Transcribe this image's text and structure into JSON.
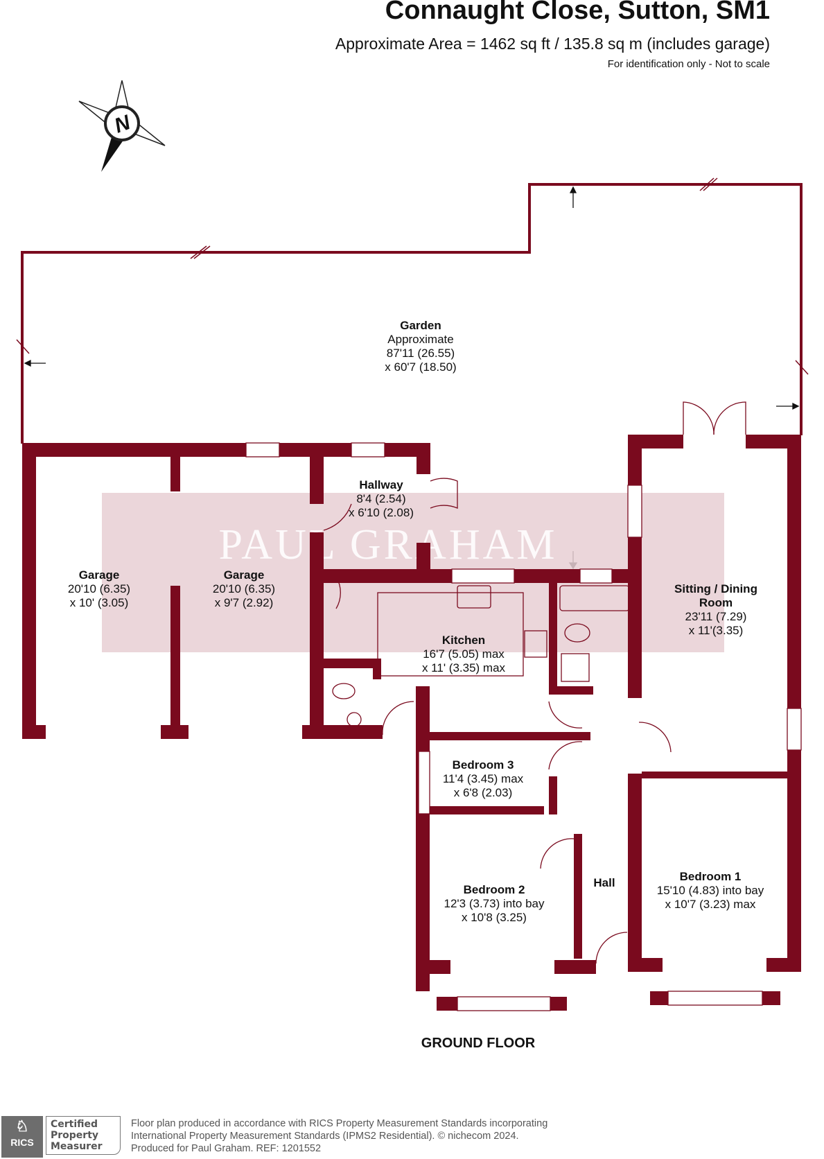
{
  "header": {
    "title": "Connaught Close, Sutton, SM1",
    "area": "Approximate Area = 1462 sq ft / 135.8 sq m (includes garage)",
    "disclaimer": "For identification only - Not to scale"
  },
  "compass": {
    "letter": "N"
  },
  "watermark": {
    "text": "PAUL GRAHAM"
  },
  "rooms": [
    {
      "name": "Garden",
      "lines": [
        "Approximate",
        "87'11 (26.55)",
        "x 60'7 (18.50)"
      ]
    },
    {
      "name": "Hallway",
      "lines": [
        "8'4 (2.54)",
        "x 6'10 (2.08)"
      ]
    },
    {
      "name": "Garage",
      "lines": [
        "20'10 (6.35)",
        "x 10' (3.05)"
      ]
    },
    {
      "name": "Garage",
      "lines": [
        "20'10 (6.35)",
        "x 9'7 (2.92)"
      ]
    },
    {
      "name": "Sitting / Dining Room",
      "lines": [
        "23'11 (7.29)",
        "x 11'(3.35)"
      ]
    },
    {
      "name": "Kitchen",
      "lines": [
        "16'7 (5.05) max",
        "x 11' (3.35) max"
      ]
    },
    {
      "name": "Bedroom 3",
      "lines": [
        "11'4 (3.45) max",
        "x 6'8 (2.03)"
      ]
    },
    {
      "name": "Bedroom 2",
      "lines": [
        "12'3 (3.73) into bay",
        "x 10'8 (3.25)"
      ]
    },
    {
      "name": "Hall",
      "lines": []
    },
    {
      "name": "Bedroom 1",
      "lines": [
        "15'10 (4.83) into bay",
        "x 10'7 (3.23) max"
      ]
    }
  ],
  "floor_label": "GROUND FLOOR",
  "footer": {
    "rics_logo": "RICS",
    "badge": [
      "Certified",
      "Property",
      "Measurer"
    ],
    "notes": [
      "Floor plan produced in accordance with RICS Property Measurement Standards incorporating",
      "International Property Measurement Standards (IPMS2 Residential).   © nichecom 2024.",
      "Produced for Paul Graham.   REF:  1201552"
    ]
  },
  "colors": {
    "wall": "#7a0a1e",
    "watermark": "#e7cfd4"
  }
}
